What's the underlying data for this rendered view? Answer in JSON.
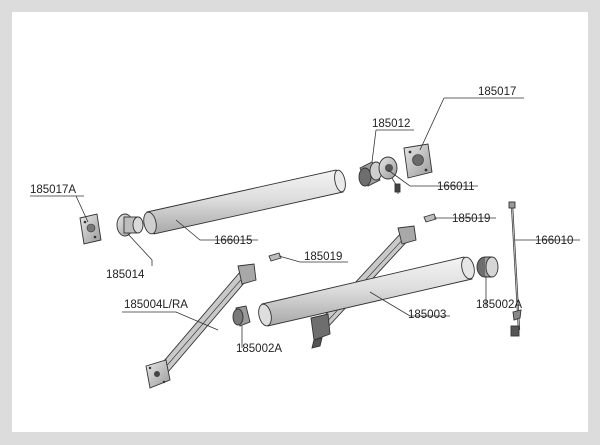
{
  "diagram": {
    "labels": {
      "bracket_right": "185017",
      "end_cap_motor": "185012",
      "motor_plug": "166011",
      "bracket_left": "185017A",
      "roller_tube": "166015",
      "end_plug_left": "185014",
      "arm_clip_right": "185019",
      "crank_rod": "166010",
      "arm_clip_left": "185019",
      "arm_left_right": "185004L/RA",
      "front_bar": "185003",
      "end_cap_right": "185002A",
      "end_cap_left": "185002A"
    }
  }
}
